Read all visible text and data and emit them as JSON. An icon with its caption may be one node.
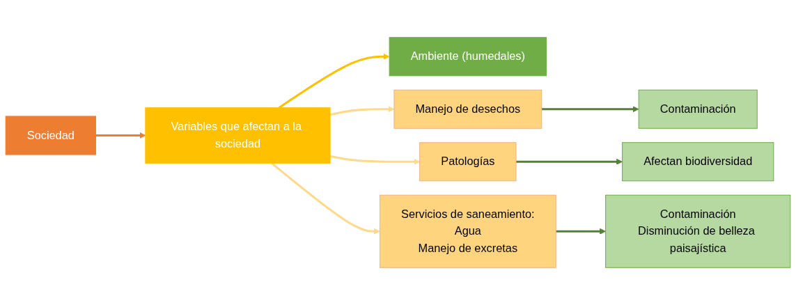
{
  "diagram": {
    "nodes": [
      {
        "text": [
          "Sociedad"
        ]
      },
      {
        "text": [
          "Variables que afectan a la sociedad"
        ]
      },
      {
        "text": [
          "Ambiente (humedales)"
        ]
      },
      {
        "text": [
          "Manejo de desechos"
        ]
      },
      {
        "text": [
          "Patologías"
        ]
      },
      {
        "text": [
          "Servicios de saneamiento:",
          "Agua",
          "Manejo de excretas"
        ]
      },
      {
        "text": [
          "Contaminación"
        ]
      },
      {
        "text": [
          "Afectan biodiversidad"
        ]
      },
      {
        "text": [
          "Contaminación",
          "Disminución de belleza paisajística"
        ]
      }
    ],
    "edges": [
      {
        "from": 0,
        "to": 1,
        "arrow": "to",
        "color": "#ed7d31"
      },
      {
        "from": 1,
        "to": 2,
        "arrow": "to",
        "color": "#ffc000"
      },
      {
        "from": 1,
        "to": 3,
        "arrow": "to",
        "color": "#ffd98a"
      },
      {
        "from": 1,
        "to": 4,
        "arrow": "to",
        "color": "#ffd98a"
      },
      {
        "from": 1,
        "to": 5,
        "arrow": "to",
        "color": "#ffd98a"
      },
      {
        "from": 3,
        "to": 6,
        "arrow": "to",
        "color": "#548235"
      },
      {
        "from": 4,
        "to": 7,
        "arrow": "to",
        "color": "#548235"
      },
      {
        "from": 5,
        "to": 8,
        "arrow": "to",
        "color": "#548235"
      }
    ]
  }
}
